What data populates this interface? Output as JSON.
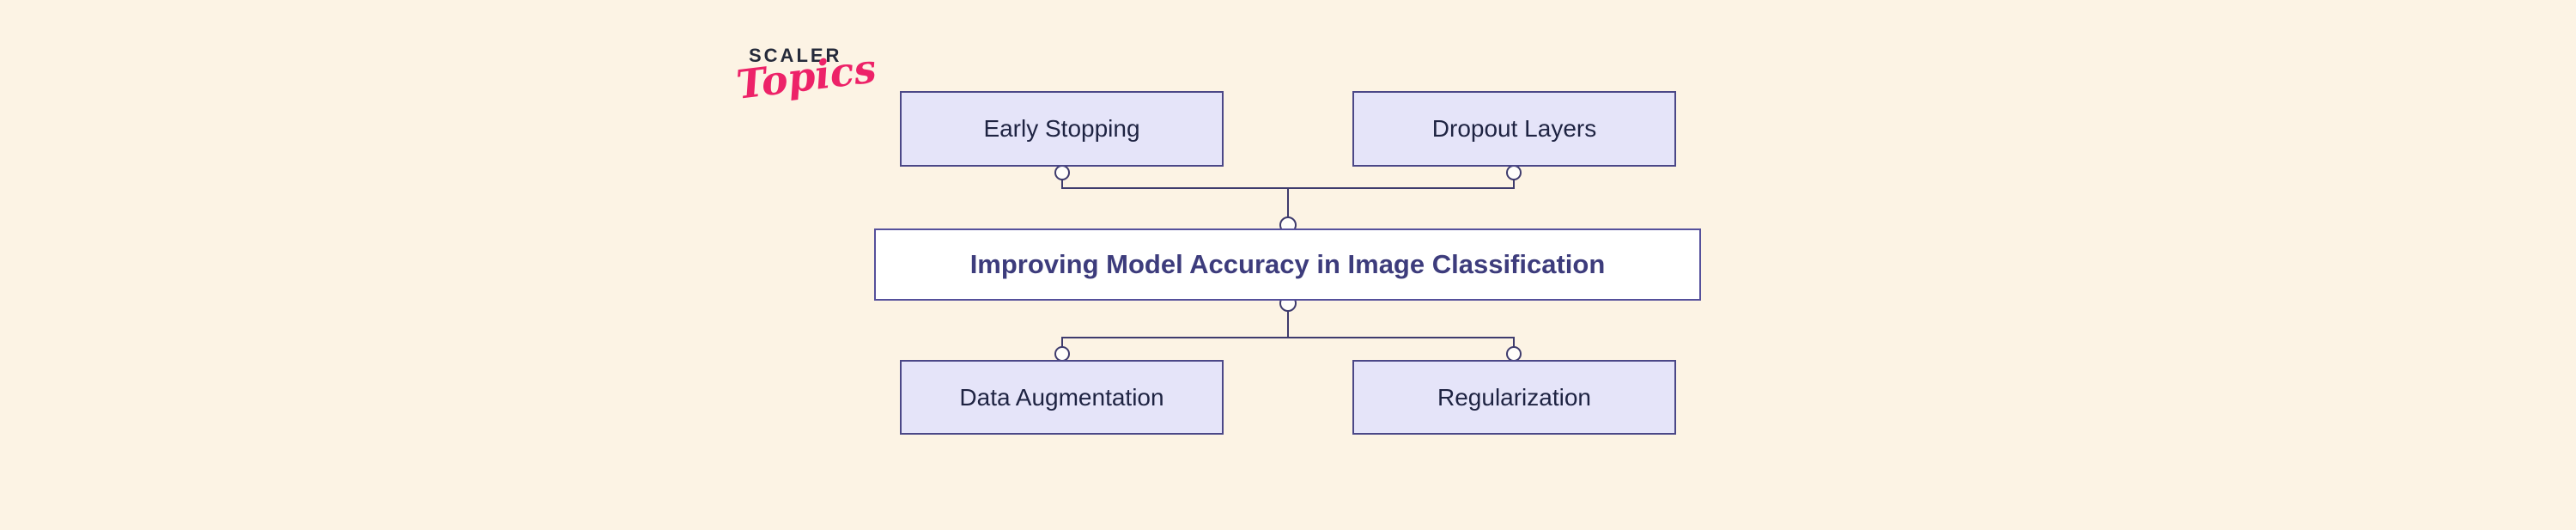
{
  "page": {
    "background_color": "#FCF3E4"
  },
  "logo": {
    "primary": "SCALER",
    "secondary": "Topics",
    "primary_color": "#252A3A",
    "secondary_color": "#ED2268"
  },
  "diagram": {
    "root": {
      "label": "Improving Model Accuracy in Image Classification",
      "fill": "#FFFFFF",
      "border_color": "#55509B",
      "text_color": "#3D3C7C"
    },
    "top": [
      {
        "label": "Early Stopping"
      },
      {
        "label": "Dropout Layers"
      }
    ],
    "bottom": [
      {
        "label": "Data Augmentation"
      },
      {
        "label": "Regularization"
      }
    ],
    "node_style": {
      "fill": "#E5E4F9",
      "border_color": "#4B4787",
      "text_color": "#1E2342"
    },
    "connector": {
      "line_color": "#3E3B6D",
      "circle_fill": "#FFFEFB"
    }
  }
}
